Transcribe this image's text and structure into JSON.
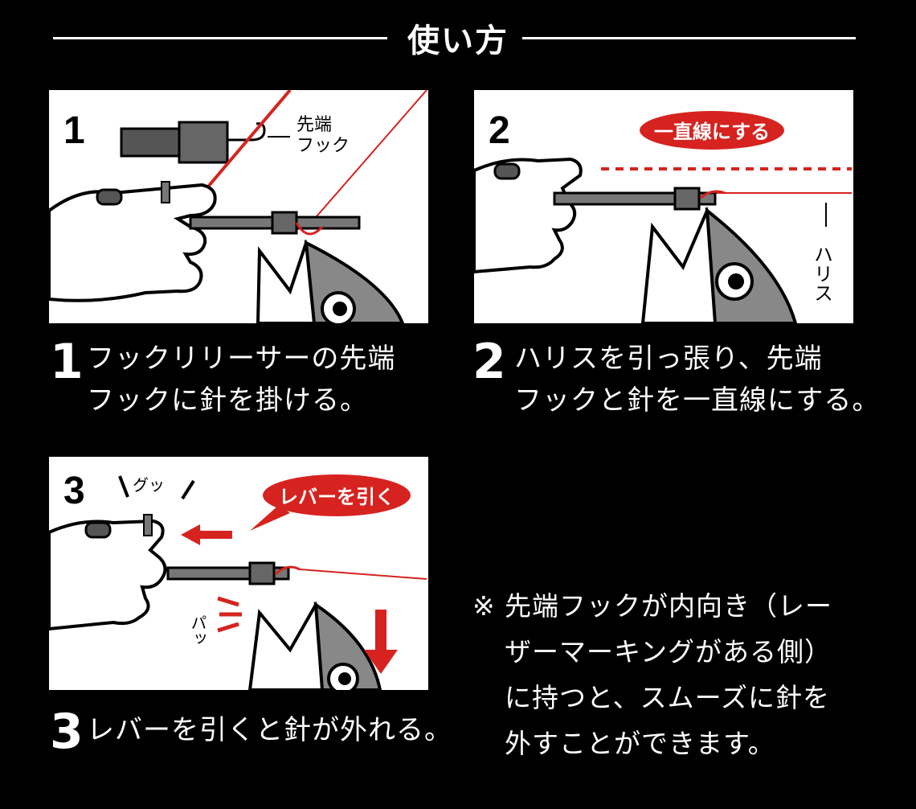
{
  "title": "使い方",
  "panels": [
    {
      "number": "1",
      "labels": {
        "tip_line1": "先端",
        "tip_line2": "フック"
      }
    },
    {
      "number": "2",
      "labels": {
        "badge": "一直線にする",
        "harisu": "ハリス"
      }
    },
    {
      "number": "3",
      "labels": {
        "badge": "レバーを引く",
        "gu": "グッ",
        "pa": "パッ"
      }
    }
  ],
  "captions": [
    {
      "number": "1",
      "line1": "フックリリーサーの先端",
      "line2": "フックに針を掛ける。"
    },
    {
      "number": "2",
      "line1": "ハリスを引っ張り、先端",
      "line2": "フックと針を一直線にする。"
    },
    {
      "number": "3",
      "line1": "レバーを引くと針が外れる。"
    }
  ],
  "note": {
    "mark": "※",
    "lines": [
      "先端フックが内向き（レー",
      "ザーマーキングがある側）",
      "に持つと、スムーズに針を",
      "外すことができます。"
    ]
  },
  "colors": {
    "accent": "#d6231f",
    "background": "#000000",
    "panel": "#ffffff"
  }
}
